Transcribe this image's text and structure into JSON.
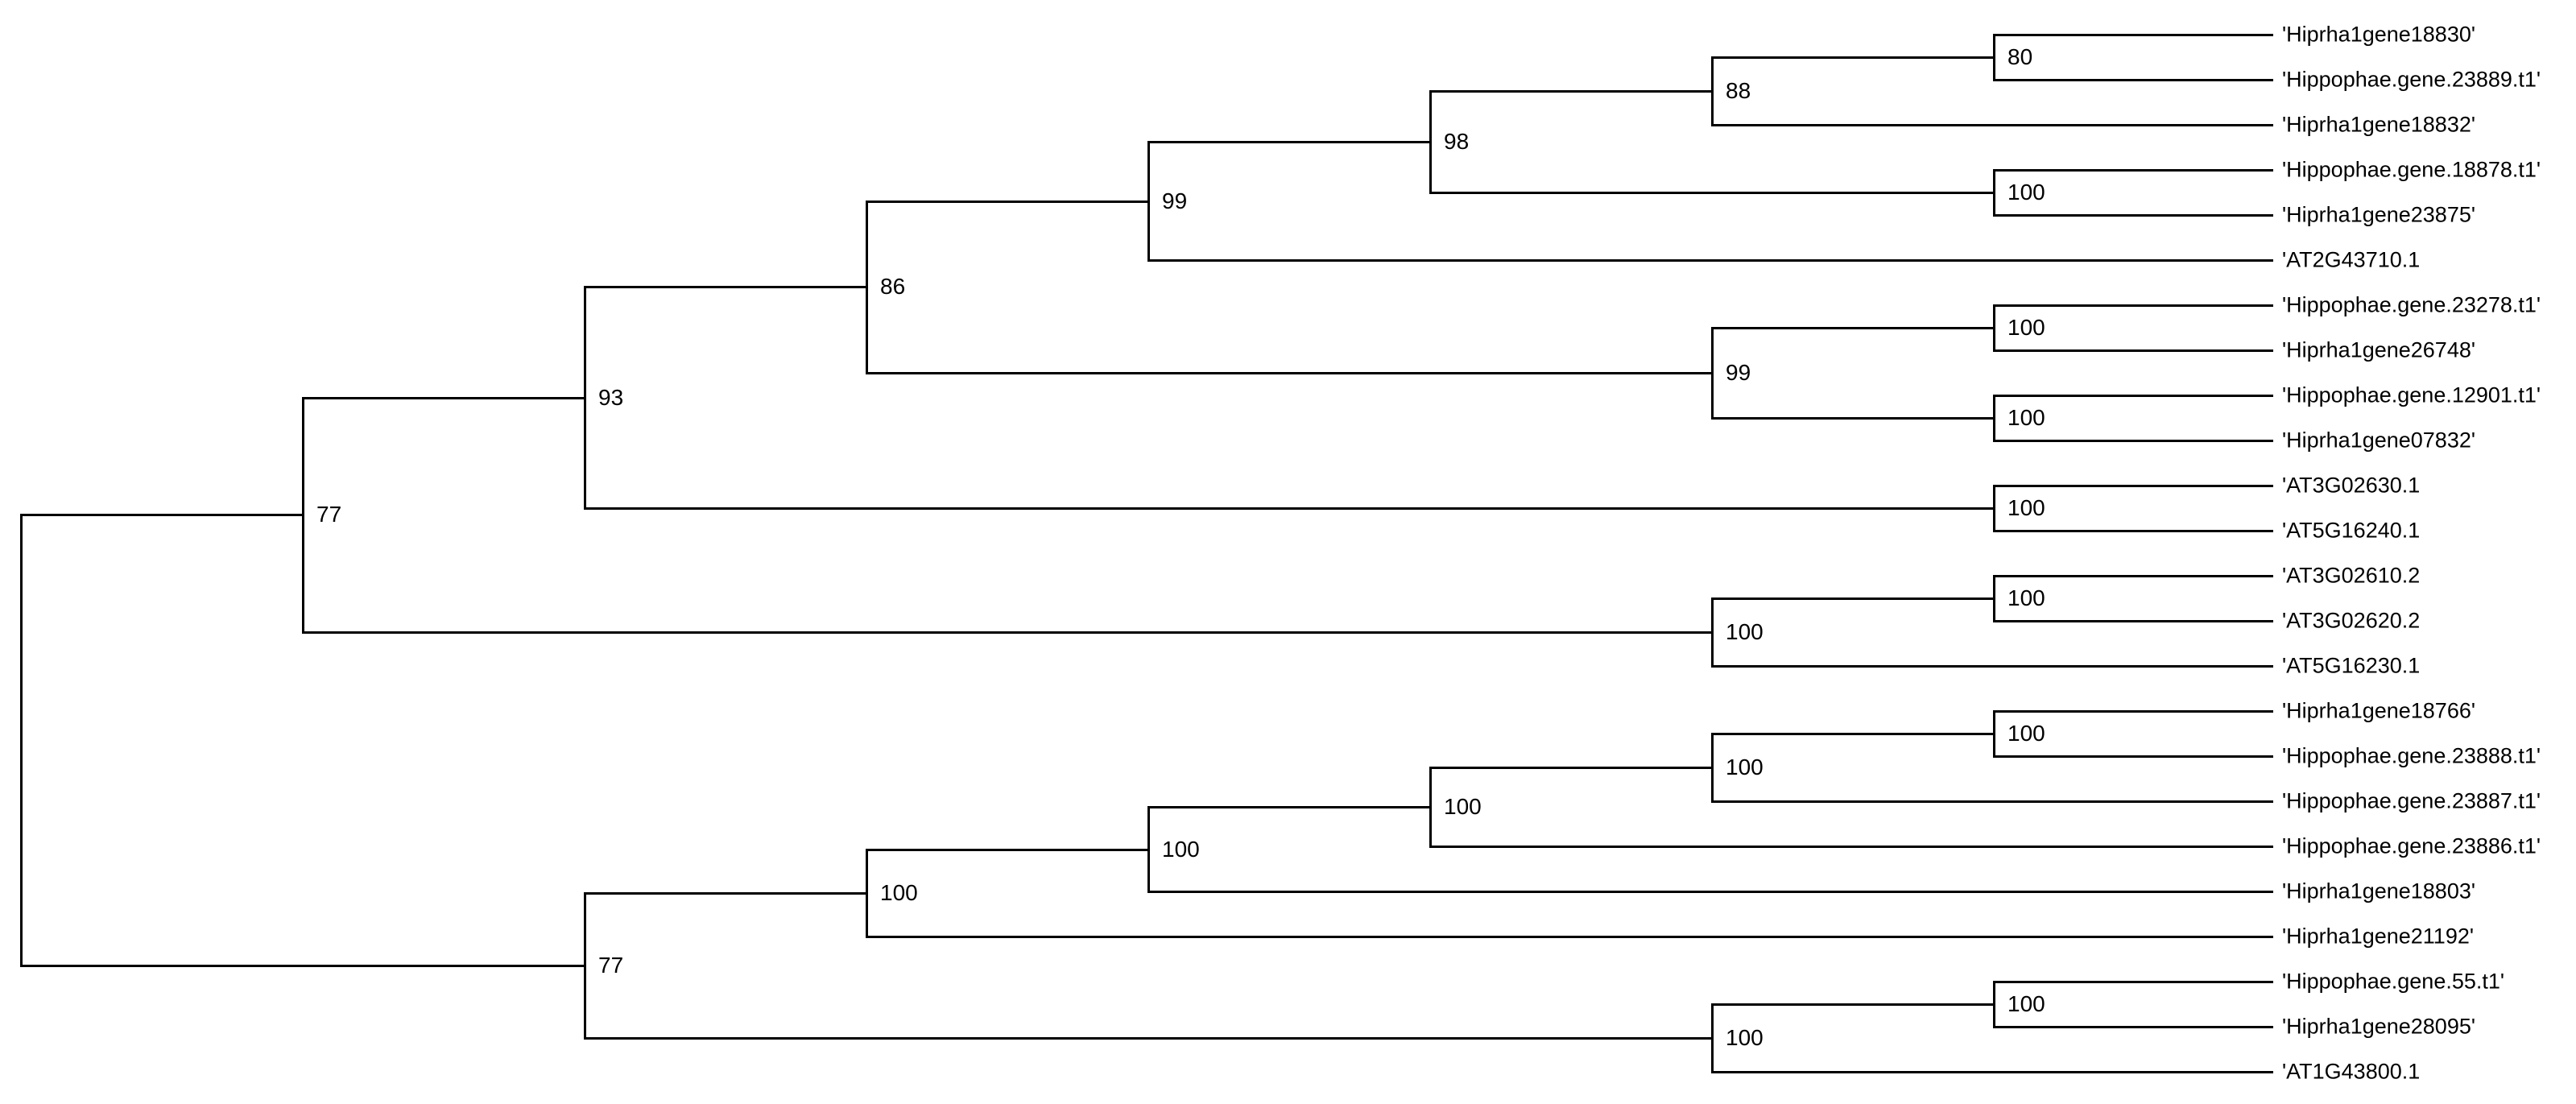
{
  "figure": {
    "type": "phylogenetic-tree-cladogram",
    "background_color": "#ffffff",
    "line_color": "#000000",
    "text_color": "#000000",
    "taxa_count": 24
  },
  "tree": {
    "support": null,
    "children": [
      {
        "support": "77",
        "children": [
          {
            "support": "93",
            "children": [
              {
                "support": "86",
                "children": [
                  {
                    "support": "99",
                    "children": [
                      {
                        "support": "98",
                        "children": [
                          {
                            "support": "88",
                            "children": [
                              {
                                "support": "80",
                                "children": [
                                  {
                                    "name": "'Hiprha1gene18830'"
                                  },
                                  {
                                    "name": "'Hippophae.gene.23889.t1'"
                                  }
                                ]
                              },
                              {
                                "name": "'Hiprha1gene18832'"
                              }
                            ]
                          },
                          {
                            "support": "100",
                            "children": [
                              {
                                "name": "'Hippophae.gene.18878.t1'"
                              },
                              {
                                "name": "'Hiprha1gene23875'"
                              }
                            ]
                          }
                        ]
                      },
                      {
                        "name": "'AT2G43710.1"
                      }
                    ]
                  },
                  {
                    "support": "99",
                    "children": [
                      {
                        "support": "100",
                        "children": [
                          {
                            "name": "'Hippophae.gene.23278.t1'"
                          },
                          {
                            "name": "'Hiprha1gene26748'"
                          }
                        ]
                      },
                      {
                        "support": "100",
                        "children": [
                          {
                            "name": "'Hippophae.gene.12901.t1'"
                          },
                          {
                            "name": "'Hiprha1gene07832'"
                          }
                        ]
                      }
                    ]
                  }
                ]
              },
              {
                "support": "100",
                "children": [
                  {
                    "name": "'AT3G02630.1"
                  },
                  {
                    "name": "'AT5G16240.1"
                  }
                ]
              }
            ]
          },
          {
            "support": "100",
            "children": [
              {
                "support": "100",
                "children": [
                  {
                    "name": "'AT3G02610.2"
                  },
                  {
                    "name": "'AT3G02620.2"
                  }
                ]
              },
              {
                "name": "'AT5G16230.1"
              }
            ]
          }
        ]
      },
      {
        "support": "77",
        "children": [
          {
            "support": "100",
            "children": [
              {
                "support": "100",
                "children": [
                  {
                    "support": "100",
                    "children": [
                      {
                        "support": "100",
                        "children": [
                          {
                            "support": "100",
                            "children": [
                              {
                                "name": "'Hiprha1gene18766'"
                              },
                              {
                                "name": "'Hippophae.gene.23888.t1'"
                              }
                            ]
                          },
                          {
                            "name": "'Hippophae.gene.23887.t1'"
                          }
                        ]
                      },
                      {
                        "name": "'Hippophae.gene.23886.t1'"
                      }
                    ]
                  },
                  {
                    "name": "'Hiprha1gene18803'"
                  }
                ]
              },
              {
                "name": "'Hiprha1gene21192'"
              }
            ]
          },
          {
            "support": "100",
            "children": [
              {
                "support": "100",
                "children": [
                  {
                    "name": "'Hippophae.gene.55.t1'"
                  },
                  {
                    "name": "'Hiprha1gene28095'"
                  }
                ]
              },
              {
                "name": "'AT1G43800.1"
              }
            ]
          }
        ]
      }
    ]
  }
}
